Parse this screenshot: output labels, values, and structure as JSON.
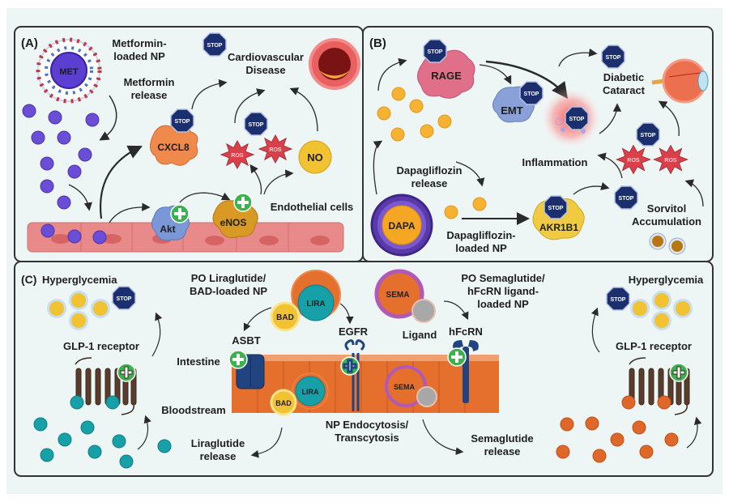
{
  "panels": {
    "A": {
      "label": "(A)",
      "np_label_1": "Metformin-",
      "np_label_2": "loaded NP",
      "np_core": "MET",
      "release_1": "Metformin",
      "release_2": "release",
      "outcome_1": "Cardiovascular",
      "outcome_2": "Disease",
      "cxcl8": "CXCL8",
      "ros": "ROS",
      "no": "NO",
      "akt": "Akt",
      "enos": "eNOS",
      "endothelial": "Endothelial cells",
      "stop": "STOP"
    },
    "B": {
      "label": "(B)",
      "rage": "RAGE",
      "emt": "EMT",
      "outcome_1": "Diabetic",
      "outcome_2": "Cataract",
      "inflammation": "Inflammation",
      "release_1": "Dapagliflozin",
      "release_2": "release",
      "np_core": "DAPA",
      "np_label_1": "Dapagliflozin-",
      "np_label_2": "loaded NP",
      "akr": "AKR1B1",
      "ros": "ROS",
      "sorbitol_1": "Sorvitol",
      "sorbitol_2": "Accumulation",
      "stop": "STOP"
    },
    "C": {
      "label": "(C)",
      "hyper_left": "Hyperglycemia",
      "hyper_right": "Hyperglycemia",
      "glp1_left": "GLP-1 receptor",
      "glp1_right": "GLP-1 receptor",
      "lira_np_1": "PO Liraglutide/",
      "lira_np_2": "BAD-loaded NP",
      "sema_np_1": "PO Semaglutide/",
      "sema_np_2": "hFcRN ligand-",
      "sema_np_3": "loaded NP",
      "lira": "LIRA",
      "bad": "BAD",
      "sema": "SEMA",
      "ligand": "Ligand",
      "asbt": "ASBT",
      "egfr": "EGFR",
      "hfcrn": "hFcRN",
      "intestine": "Intestine",
      "bloodstream": "Bloodstream",
      "endo_1": "NP Endocytosis/",
      "endo_2": "Transcytosis",
      "lira_release_1": "Liraglutide",
      "lira_release_2": "release",
      "sema_release_1": "Semaglutide",
      "sema_release_2": "release",
      "stop": "STOP"
    }
  },
  "colors": {
    "panel_bg": "#eef5f5",
    "border": "#333333",
    "stop": "#1b2f6e",
    "metformin": "#6a4fd6",
    "dapa": "#f5b233",
    "lira_drug": "#17a0a8",
    "sema_drug": "#e0672a",
    "tissue": "#e56f2c",
    "endo_cell": "#e98a8a",
    "plus": "#3db04f"
  }
}
